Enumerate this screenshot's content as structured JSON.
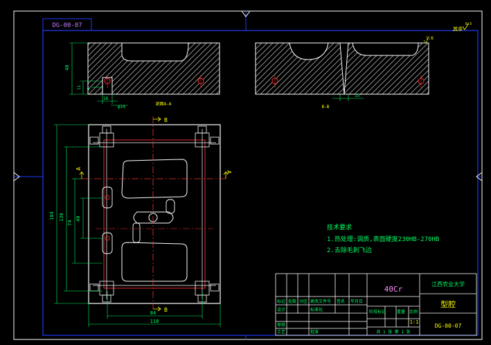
{
  "drawing_number": "DG-00-07",
  "roughness_note": "其余",
  "roughness_value": "6.3",
  "roughness_value_small": "1.6",
  "section_labels": {
    "a": "剖面A-A",
    "b": "B-B"
  },
  "section_markers": {
    "a": "A",
    "b": "B"
  },
  "dimensions": {
    "height_48": "48",
    "d_11": "11",
    "d_4": "4",
    "d_16": "16",
    "phi_10": "φ10",
    "w_15": "15",
    "h_184": "184",
    "h_130": "130",
    "h_74": "74",
    "h_40": "40",
    "w_84": "84",
    "w_118": "118"
  },
  "tech_requirements": {
    "heading": "技术要求",
    "items": [
      "1.热处理:调质,表面硬度230HB-270HB",
      "2.去除毛刺飞边"
    ]
  },
  "title_block": {
    "material": "40Cr",
    "school": "江西农业大学",
    "part_name": "型腔",
    "scale": "1:1",
    "sheets": "共 1 张  第 1 张",
    "code": "DG-00-07",
    "cells": {
      "biaoji": "标记",
      "chushu": "处数",
      "fenqu": "分区",
      "gengai": "更改文件号",
      "qianming": "签名",
      "nianyueri": "年月日",
      "sheji": "设计",
      "shenhe": "审核",
      "gongyi": "工艺",
      "biaozhunhua": "标准化",
      "jieduan": "阶段标记",
      "zhongliang": "重量",
      "bili": "比例",
      "pizhun": "批准"
    }
  }
}
